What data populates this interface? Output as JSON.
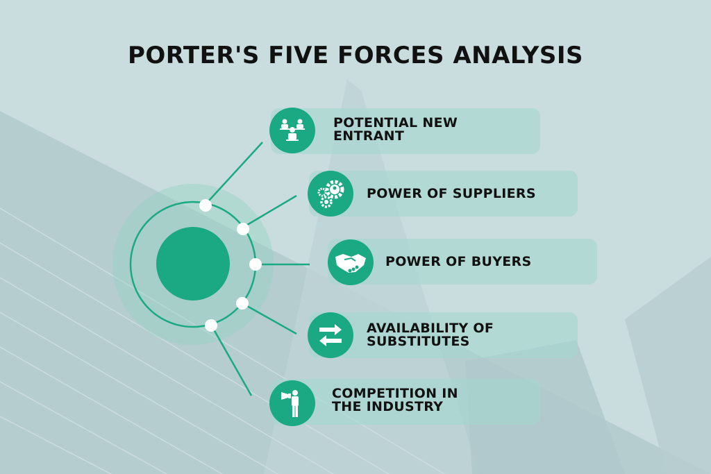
{
  "title": "PORTER'S FIVE FORCES ANALYSIS",
  "accent_color": "#1aa982",
  "forces": [
    {
      "label": "POTENTIAL NEW ENTRANT",
      "line1": "POTENTIAL NEW",
      "line2": "ENTRANT",
      "icon": "people-icon"
    },
    {
      "label": "POWER OF SUPPLIERS",
      "line1": "POWER OF SUPPLIERS",
      "icon": "gears-icon"
    },
    {
      "label": "POWER OF BUYERS",
      "line1": "POWER OF BUYERS",
      "icon": "handshake-icon"
    },
    {
      "label": "AVAILABILITY OF SUBSTITUTES",
      "line1": "AVAILABILITY OF",
      "line2": "SUBSTITUTES",
      "icon": "swap-arrows-icon"
    },
    {
      "label": "COMPETITION IN THE INDUSTRY",
      "line1": "COMPETITION IN",
      "line2": "THE INDUSTRY",
      "icon": "megaphone-person-icon"
    }
  ]
}
